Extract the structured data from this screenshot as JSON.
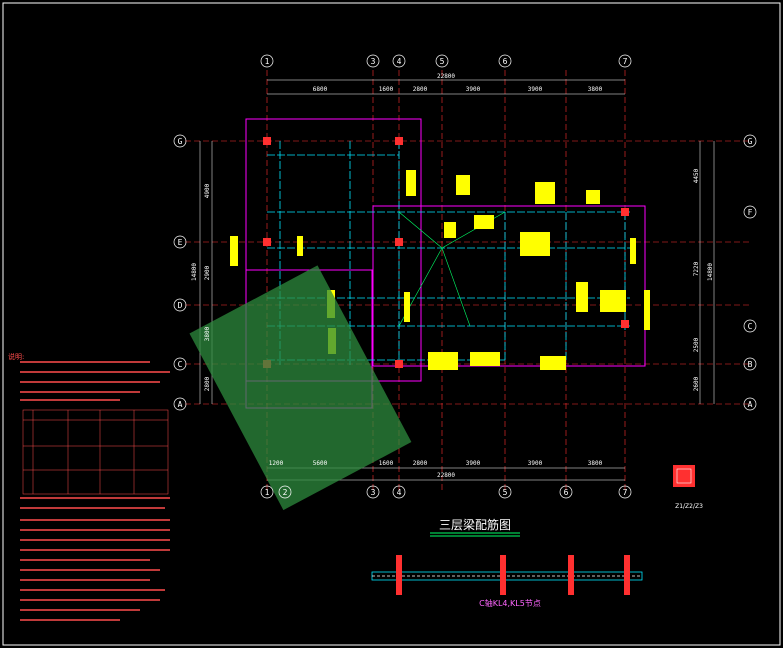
{
  "drawing": {
    "title": "三层梁配筋图",
    "section_caption": "C轴KL4,KL5节点",
    "column_tag": "Z1/Z2/Z3",
    "notes_heading": "说明:"
  },
  "axes": {
    "top": [
      "1",
      "3",
      "4",
      "5",
      "6",
      "7"
    ],
    "bottom": [
      "1",
      "2",
      "3",
      "4",
      "5",
      "6",
      "7"
    ],
    "left": [
      "G",
      "E",
      "D",
      "C",
      "A"
    ],
    "right": [
      "G",
      "F",
      "C",
      "B",
      "A"
    ]
  },
  "dimensions": {
    "top_total": "22800",
    "top_segments": [
      "6800",
      "1600",
      "2800",
      "3900",
      "3900",
      "3800"
    ],
    "bottom_total": "22800",
    "bottom_segments": [
      "1200",
      "5600",
      "1600",
      "2800",
      "3900",
      "3900",
      "3800"
    ],
    "left_total": "14800",
    "left_segments": [
      "4900",
      "2900",
      "3800",
      "2800"
    ],
    "right_total": "14800",
    "right_segments": [
      "4450",
      "7220",
      "2500",
      "2600"
    ]
  },
  "colors": {
    "background": "#000000",
    "frame": "#ffffff",
    "axis_line": "#ff3030",
    "beam_outline": "#ff00ff",
    "beam_center": "#00e5ff",
    "rebar_text": "#ffff00",
    "notes": "#ff4d4d",
    "watermark": "#3aa04a"
  }
}
